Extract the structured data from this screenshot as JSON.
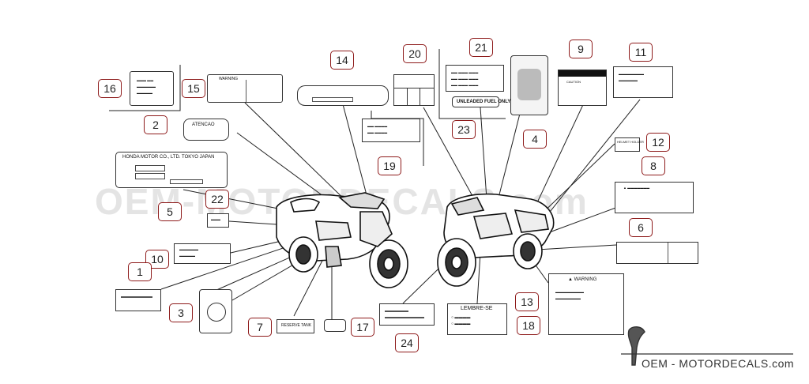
{
  "callouts": [
    "1",
    "2",
    "3",
    "4",
    "5",
    "6",
    "7",
    "8",
    "9",
    "10",
    "11",
    "12",
    "13",
    "14",
    "15",
    "16",
    "17",
    "18",
    "19",
    "20",
    "21",
    "22",
    "23",
    "24"
  ],
  "decal_text": {
    "atencao": "ATENCAO",
    "honda_plate": "HONDA MOTOR CO., LTD. TOKYO JAPAN",
    "warning_small": "WARNING",
    "unleaded": "UNLEADED FUEL ONLY",
    "reserve": "RESERVE TANK",
    "lembrese": "LEMBRE-SE",
    "warning": "WARNING",
    "caution": "CAUTION",
    "helmet": "HELMET HOLDER"
  },
  "watermark": "OEM-MOTORDECALS.com",
  "brand": "OEM - MOTORDECALS.com",
  "colors": {
    "callout_border": "#8e1b1b",
    "line": "#222222",
    "watermark": "#e4e4e4"
  }
}
